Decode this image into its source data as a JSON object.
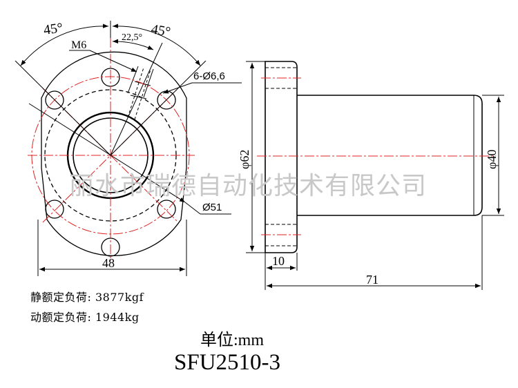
{
  "front_view": {
    "angle_left": "45°",
    "angle_right": "45°",
    "angle_half": "22,5°",
    "thread": "M6",
    "holes": "6-Ø6,6",
    "bolt_circle": "Ø51",
    "width": "48"
  },
  "side_view": {
    "flange_dia": "φ62",
    "body_dia": "φ40",
    "flange_thickness": "10",
    "length": "71"
  },
  "loads": {
    "static": "静额定负荷: 3877kgf",
    "dynamic": "动额定负荷: 1944kg"
  },
  "unit": "单位:mm",
  "model": "SFU2510-3",
  "watermark": "丽水市瑞德自动化技术有限公司",
  "colors": {
    "line": "#000000",
    "center": "#e02020",
    "watermark": "#c8c8c8"
  }
}
